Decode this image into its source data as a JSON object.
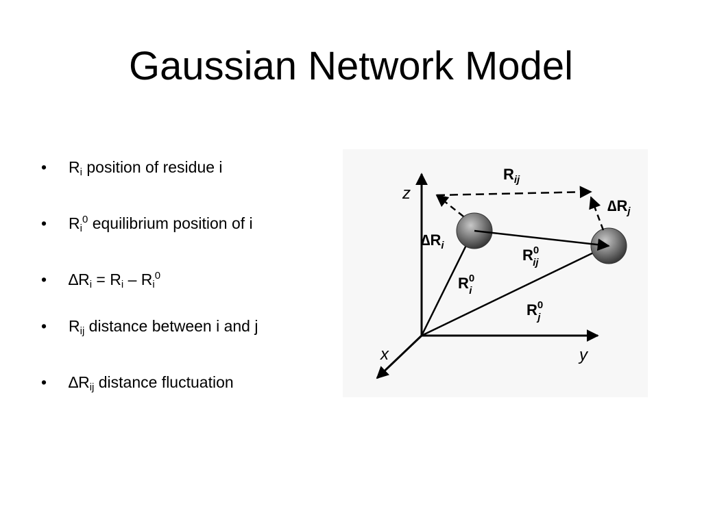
{
  "slide": {
    "title": "Gaussian Network Model"
  },
  "bullets": [
    {
      "marker": "•",
      "parts": [
        {
          "t": "R"
        },
        {
          "t": "i",
          "sub": true
        },
        {
          "t": " position of residue i"
        }
      ]
    },
    {
      "marker": "•",
      "parts": [
        {
          "t": "R"
        },
        {
          "t": "i",
          "sub": true
        },
        {
          "t": "0",
          "sup": true
        },
        {
          "t": " equilibrium position of i"
        }
      ]
    },
    {
      "marker": "•",
      "parts": [
        {
          "t": "∆R"
        },
        {
          "t": "i",
          "sub": true
        },
        {
          "t": " = R"
        },
        {
          "t": "i",
          "sub": true
        },
        {
          "t": " – R"
        },
        {
          "t": "i",
          "sub": true
        },
        {
          "t": "0",
          "sup": true
        }
      ]
    },
    {
      "marker": "•",
      "parts": [
        {
          "t": "R"
        },
        {
          "t": "ij",
          "sub": true
        },
        {
          "t": " distance between i and j"
        }
      ]
    },
    {
      "marker": "•",
      "parts": [
        {
          "t": "∆R"
        },
        {
          "t": "ij",
          "sub": true
        },
        {
          "t": " distance fluctuation"
        }
      ]
    }
  ],
  "diagram": {
    "axis_z": "z",
    "axis_x": "x",
    "axis_y": "y",
    "label_Rij": {
      "main": "R",
      "sub": "ij"
    },
    "label_dRj": {
      "main": "∆R",
      "sub": "j"
    },
    "label_dRi": {
      "main": "∆R",
      "sub": "i"
    },
    "label_Rij0": {
      "main": "R",
      "sub": "ij",
      "sup": "0"
    },
    "label_Ri0": {
      "main": "R",
      "sub": "i",
      "sup": "0"
    },
    "label_Rj0": {
      "main": "R",
      "sub": "j",
      "sup": "0"
    }
  }
}
